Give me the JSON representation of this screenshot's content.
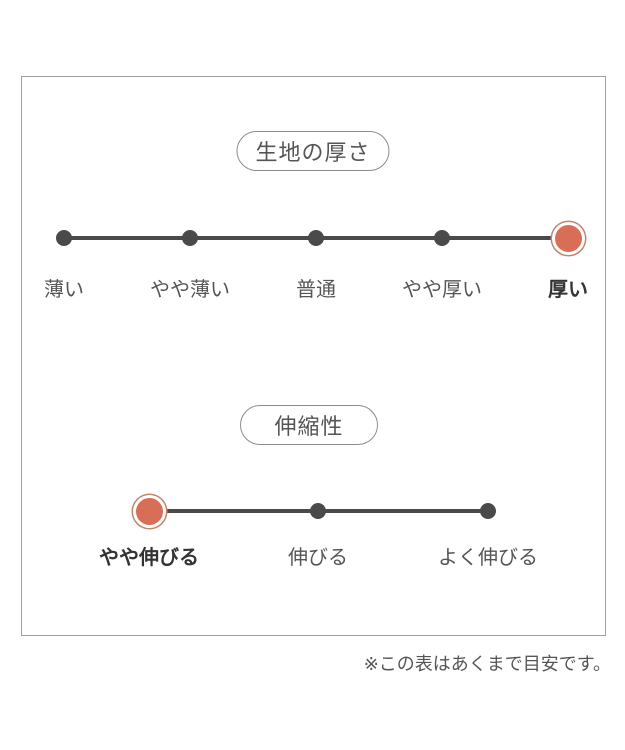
{
  "sections": [
    {
      "title": "生地の厚さ",
      "points": [
        {
          "label": "薄い",
          "selected": false
        },
        {
          "label": "やや薄い",
          "selected": false
        },
        {
          "label": "普通",
          "selected": false
        },
        {
          "label": "やや厚い",
          "selected": false
        },
        {
          "label": "厚い",
          "selected": true
        }
      ]
    },
    {
      "title": "伸縮性",
      "points": [
        {
          "label": "やや伸びる",
          "selected": true
        },
        {
          "label": "伸びる",
          "selected": false
        },
        {
          "label": "よく伸びる",
          "selected": false
        }
      ]
    }
  ],
  "note": "※この表はあくまで目安です。",
  "colors": {
    "dot": "#4a4a4a",
    "line": "#4a4a4a",
    "accent": "#d76e55",
    "accent_ring": "#c5836c",
    "text": "#555555",
    "text_bold": "#333333",
    "frame_border": "#a0a0a0",
    "pill_border": "#8c8c8c"
  },
  "chart_data": [
    {
      "type": "scatter",
      "subtype": "dot-rating-scale",
      "title": "生地の厚さ",
      "categories": [
        "薄い",
        "やや薄い",
        "普通",
        "やや厚い",
        "厚い"
      ],
      "selected_category": "厚い",
      "selected_index": 4,
      "num_levels": 5,
      "legend_position": "none",
      "grid": false
    },
    {
      "type": "scatter",
      "subtype": "dot-rating-scale",
      "title": "伸縮性",
      "categories": [
        "やや伸びる",
        "伸びる",
        "よく伸びる"
      ],
      "selected_category": "やや伸びる",
      "selected_index": 0,
      "num_levels": 3,
      "legend_position": "none",
      "grid": false
    }
  ]
}
